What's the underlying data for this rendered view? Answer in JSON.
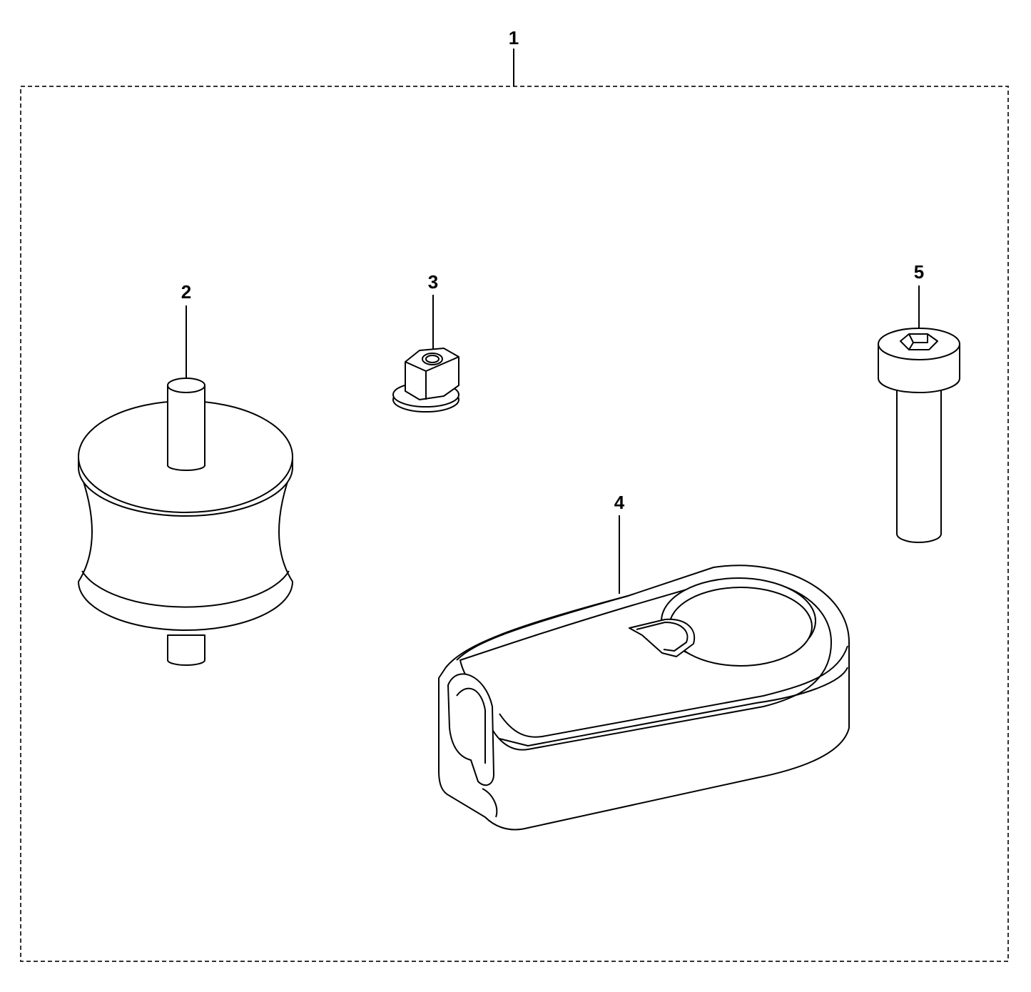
{
  "callouts": {
    "kit": "1",
    "mount": "2",
    "nut": "3",
    "clamp": "4",
    "bolt": "5"
  },
  "colors": {
    "stroke": "#000000",
    "fill": "#ffffff",
    "kit_border": "#333333"
  }
}
